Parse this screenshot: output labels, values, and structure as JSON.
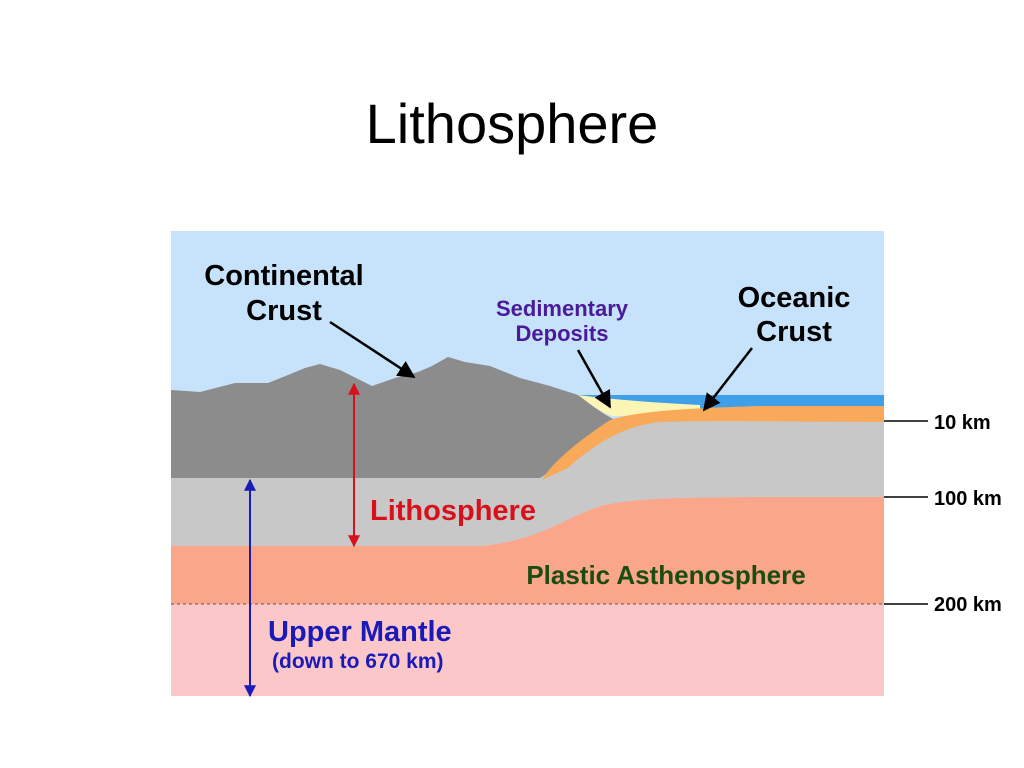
{
  "slide": {
    "title": "Lithosphere"
  },
  "diagram": {
    "labels": {
      "continental_crust_line1": "Continental",
      "continental_crust_line2": "Crust",
      "sedimentary_line1": "Sedimentary",
      "sedimentary_line2": "Deposits",
      "oceanic_line1": "Oceanic",
      "oceanic_line2": "Crust",
      "lithosphere": "Lithosphere",
      "asthenosphere": "Plastic Asthenosphere",
      "upper_mantle": "Upper Mantle",
      "upper_mantle_note": "(down to 670 km)"
    },
    "depth_markers": [
      "10 km",
      "100 km",
      "200 km"
    ],
    "colors": {
      "sky": "#c7e3fb",
      "continental_crust": "#8c8c8c",
      "lithosphere_mantle": "#c8c8c8",
      "oceanic_crust": "#f8a95a",
      "sediment": "#fbf5b6",
      "ocean": "#3f9fe8",
      "asthenosphere": "#f9a68b",
      "upper_mantle": "#fbc7c9",
      "lithosphere_label": "#d8101c",
      "asthenosphere_label": "#1c4c10",
      "upper_mantle_label": "#1a1ab8",
      "sedimentary_label": "#4a1a9a"
    }
  }
}
